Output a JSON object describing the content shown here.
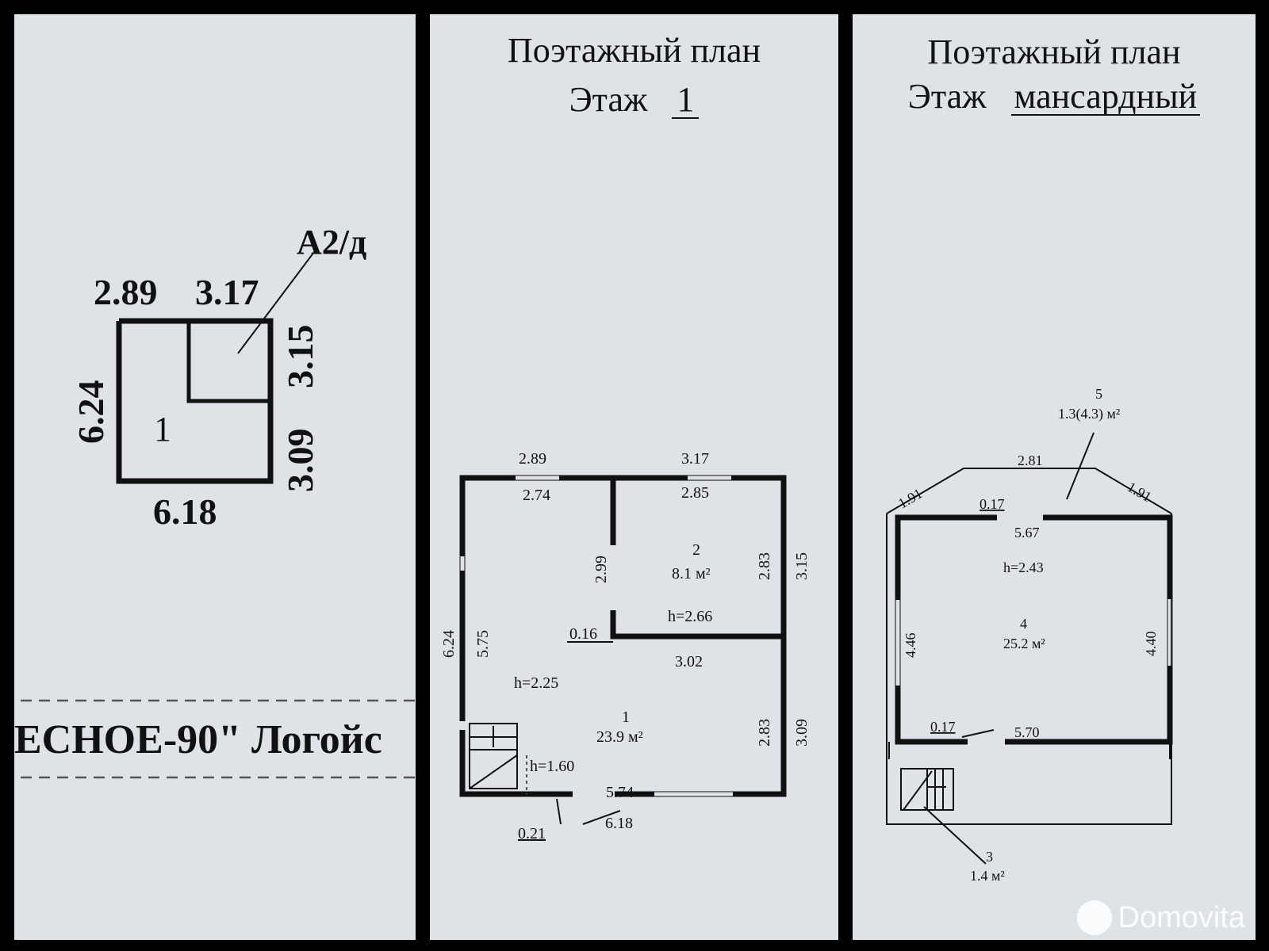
{
  "panel1": {
    "label_a2d": "А2/д",
    "dim_top_left": "2.89",
    "dim_top_right": "3.17",
    "dim_right_upper": "3.15",
    "dim_right_lower": "3.09",
    "dim_left": "6.24",
    "dim_bottom": "6.18",
    "room_number": "1",
    "band_text": "ЕСНОЕ-90\" Логойс"
  },
  "panel2": {
    "title": "Поэтажный план",
    "floor_prefix": "Этаж",
    "floor_value": "1",
    "dims": {
      "top_left_outer": "2.89",
      "top_right_outer": "3.17",
      "top_left_inner": "2.74",
      "top_right_inner": "2.85",
      "partition_height": "2.99",
      "room2_inner_right": "2.83",
      "right_upper_outer": "3.15",
      "partition_thickness": "0.16",
      "partition_bottom": "3.02",
      "left_outer": "6.24",
      "left_inner": "5.75",
      "room1_inner_right": "2.83",
      "right_lower_outer": "3.09",
      "bottom_inner": "5.74",
      "bottom_outer": "6.18",
      "wall_thickness": "0.21"
    },
    "rooms": {
      "r2_number": "2",
      "r2_area": "8.1 м²",
      "r2_height": "h=2.66",
      "r1_number": "1",
      "r1_area": "23.9 м²",
      "r1_height": "h=2.25",
      "stair_height": "h=1.60"
    }
  },
  "panel3": {
    "title": "Поэтажный план",
    "floor_prefix": "Этаж",
    "floor_value": "мансардный",
    "dims": {
      "roof_left": "1.91",
      "roof_top": "2.81",
      "roof_right": "1.91",
      "wall_thick_top": "0.17",
      "inner_top": "5.67",
      "left_inner": "4.46",
      "right_inner": "4.40",
      "wall_thick_bottom": "0.17",
      "inner_bottom": "5.70"
    },
    "rooms": {
      "r5_number": "5",
      "r5_area": "1.3(4.3) м²",
      "r4_height": "h=2.43",
      "r4_number": "4",
      "r4_area": "25.2 м²",
      "r3_number": "3",
      "r3_area": "1.4 м²"
    }
  },
  "watermark": "Domovita"
}
